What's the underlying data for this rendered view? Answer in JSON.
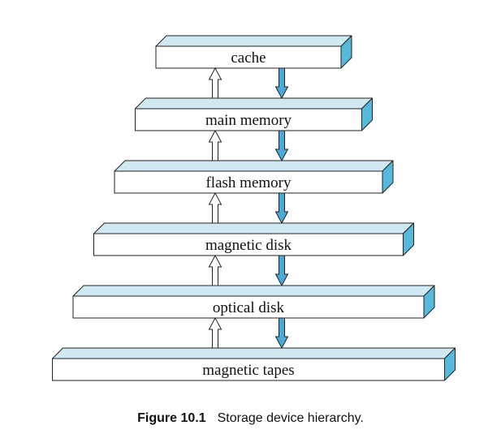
{
  "diagram": {
    "levels": [
      {
        "label": "cache"
      },
      {
        "label": "main memory"
      },
      {
        "label": "flash memory"
      },
      {
        "label": "magnetic disk"
      },
      {
        "label": "optical disk"
      },
      {
        "label": "magnetic tapes"
      }
    ]
  },
  "caption": {
    "figure_number": "Figure 10.1",
    "text": "Storage device hierarchy."
  },
  "colors": {
    "box_top": "#cfe8f2",
    "box_side": "#56b9dc",
    "box_front": "#ffffff",
    "outline": "#222222",
    "up_arrow_fill": "#ffffff",
    "down_arrow_fill": "#4aa9d6"
  }
}
